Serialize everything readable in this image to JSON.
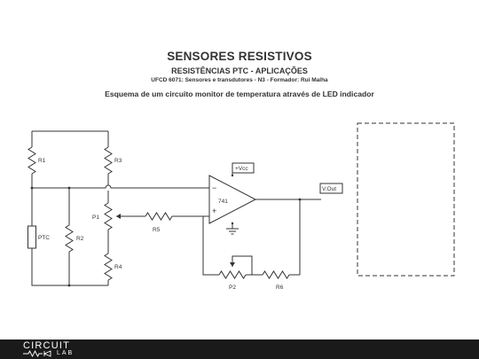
{
  "header": {
    "title": "SENSORES RESISTIVOS",
    "subtitle": "RESISTÊNCIAS PTC - APLICAÇÕES",
    "course": "UFCD 6071: Sensores e transdutores - N3 - Formador: Rui Malha",
    "caption": "Esquema de um circuito monitor de temperatura através de LED indicador"
  },
  "components": {
    "r1": "R1",
    "r2": "R2",
    "r3": "R3",
    "r4": "R4",
    "r5": "R5",
    "r6": "R6",
    "p1": "P1",
    "p2": "P2",
    "ptc": "PTC",
    "opamp": "741",
    "vcc": "+Vcc",
    "vout": "V.Out",
    "minus": "−",
    "plus": "+"
  },
  "footer": {
    "logo_top": "CIRCUIT",
    "logo_bottom": "LAB"
  },
  "colors": {
    "wire": "#333333",
    "footer": "#1a1a1a",
    "text": "#333333"
  }
}
